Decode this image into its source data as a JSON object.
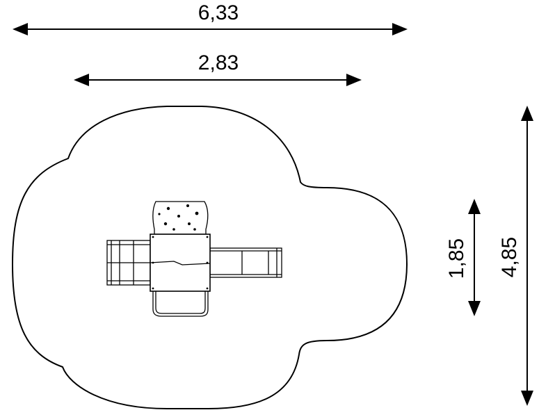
{
  "dimensions": {
    "total_width": "6,33",
    "equipment_width": "2,83",
    "equipment_depth": "1,85",
    "total_depth": "4,85"
  },
  "colors": {
    "line": "#000000",
    "background": "#ffffff"
  }
}
